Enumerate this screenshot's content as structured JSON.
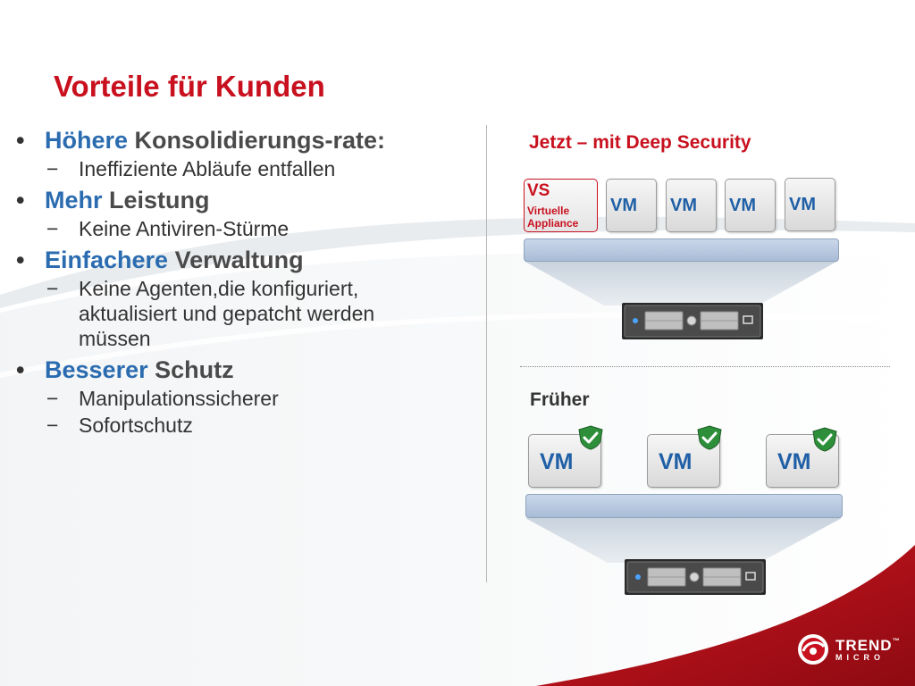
{
  "title": "Vorteile für Kunden",
  "bullets": [
    {
      "highlight": "Höhere",
      "rest": " Konsolidierungs-rate:",
      "subs": [
        "Ineffiziente Abläufe entfallen"
      ]
    },
    {
      "highlight": "Mehr",
      "rest": " Leistung",
      "subs": [
        "Keine Antiviren-Stürme"
      ]
    },
    {
      "highlight": "Einfachere",
      "rest": " Verwaltung",
      "subs": [
        "Keine Agenten,die konfiguriert, aktualisiert und gepatcht werden müssen"
      ]
    },
    {
      "highlight": "Besserer",
      "rest": " Schutz",
      "subs": [
        "Manipulationssicherer",
        "Sofortschutz"
      ]
    }
  ],
  "diagram": {
    "now_label": "Jetzt – mit Deep Security",
    "vs_title": "VS",
    "vs_sub1": "Virtuelle",
    "vs_sub2": "Appliance",
    "vm_label": "VM",
    "before_label": "Früher"
  },
  "logo": {
    "line1": "TREND",
    "line2": "MICRO",
    "tm": "™"
  },
  "colors": {
    "accent": "#c8101e",
    "highlight": "#2b6cb0",
    "vm_text": "#1f5fa6"
  }
}
